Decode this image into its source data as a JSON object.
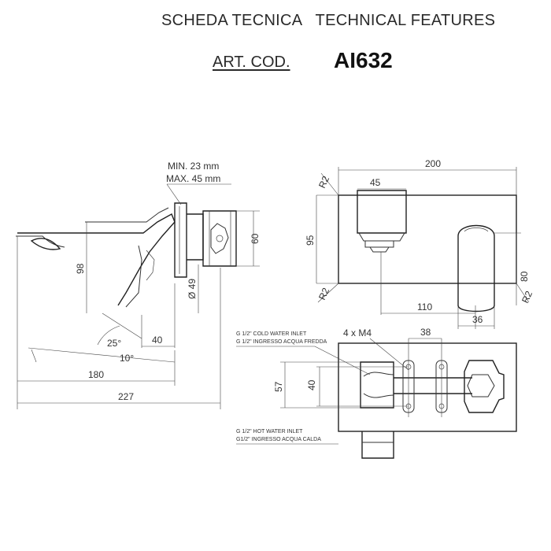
{
  "header": {
    "title_it": "SCHEDA TECNICA",
    "title_en": "TECHNICAL FEATURES",
    "art_label": "ART. COD.",
    "art_code": "AI632"
  },
  "side_view": {
    "wall_min": "MIN. 23 mm",
    "wall_max": "MAX. 45 mm",
    "dim_60": "60",
    "dim_98": "98",
    "dim_49": "Ø 49",
    "dim_25deg": "25°",
    "dim_40": "40",
    "dim_10deg": "10°",
    "dim_180": "180",
    "dim_227": "227"
  },
  "front_view": {
    "dim_200": "200",
    "dim_45": "45",
    "dim_95": "95",
    "dim_80": "80",
    "dim_110": "110",
    "dim_36": "36",
    "radius_tl": "R2",
    "radius_bl": "R2",
    "radius_br": "R2"
  },
  "body_view": {
    "cold_inlet_en": "G 1/2\" COLD WATER INLET",
    "cold_inlet_it": "G 1/2\" INGRESSO ACQUA FREDDA",
    "screws": "4 x M4",
    "dim_38": "38",
    "dim_57": "57",
    "dim_40": "40",
    "hot_inlet_en": "G 1/2\" HOT WATER INLET",
    "hot_inlet_it": "G1/2\" INGRESSO ACQUA CALDA"
  }
}
